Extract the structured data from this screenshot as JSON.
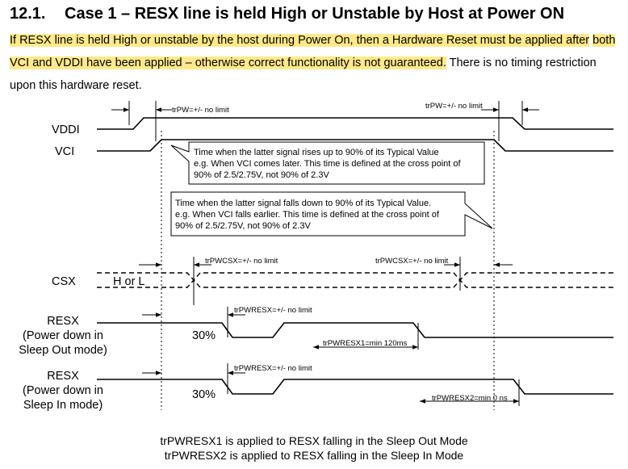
{
  "heading": {
    "number": "12.1.",
    "title": "Case 1 – RESX line is held High or Unstable by Host at Power ON"
  },
  "paragraph": {
    "highlight_1": "If RESX line is held High or unstable by the host during Power On, then a Hardware Reset must be applied after",
    "highlight_2": "both VCI and VDDI have been applied – otherwise correct functionality is not guaranteed.",
    "plain": " There is no timing restriction upon this hardware reset."
  },
  "signals": {
    "vddi": "VDDI",
    "vci": "VCI",
    "csx": "CSX",
    "csx_state": "H or L",
    "resx1": [
      "RESX",
      "(Power down in",
      "Sleep Out mode)"
    ],
    "resx2": [
      "RESX",
      "(Power down in",
      "Sleep In mode)"
    ]
  },
  "timing_labels": {
    "trpw_left": "trPW=+/- no limit",
    "trpw_right": "trPW=+/- no limit",
    "trpwcsx_left": "trPWCSX=+/- no limit",
    "trpwcsx_right": "trPWCSX=+/- no limit",
    "trpwresx_1": "trPWRESX=+/- no limit",
    "trpwresx_2": "trPWRESX=+/- no limit",
    "trpwresx1": "trPWRESX1=min 120ms",
    "trpwresx2": "trPWRESX2=min 0 ns",
    "pct_1": "30%",
    "pct_2": "30%"
  },
  "callouts": {
    "rise": [
      "Time when the latter signal rises up to 90% of its Typical Value",
      "e.g. When VCI comes later. This time is defined at the cross point of",
      "90% of 2.5/2.75V, not 90% of 2.3V"
    ],
    "fall": [
      "Time when the latter signal falls down to 90% of its Typical Value.",
      "e.g. When VCI falls earlier. This time is defined at the cross point of",
      "90% of 2.5/2.75V, not 90% of 2.3V"
    ]
  },
  "footer": {
    "line1": "trPWRESX1 is applied to RESX falling in the Sleep Out Mode",
    "line2": "trPWRESX2 is applied to RESX falling in the Sleep In Mode"
  },
  "colors": {
    "highlight": "#ffe98a",
    "line": "#000000"
  }
}
